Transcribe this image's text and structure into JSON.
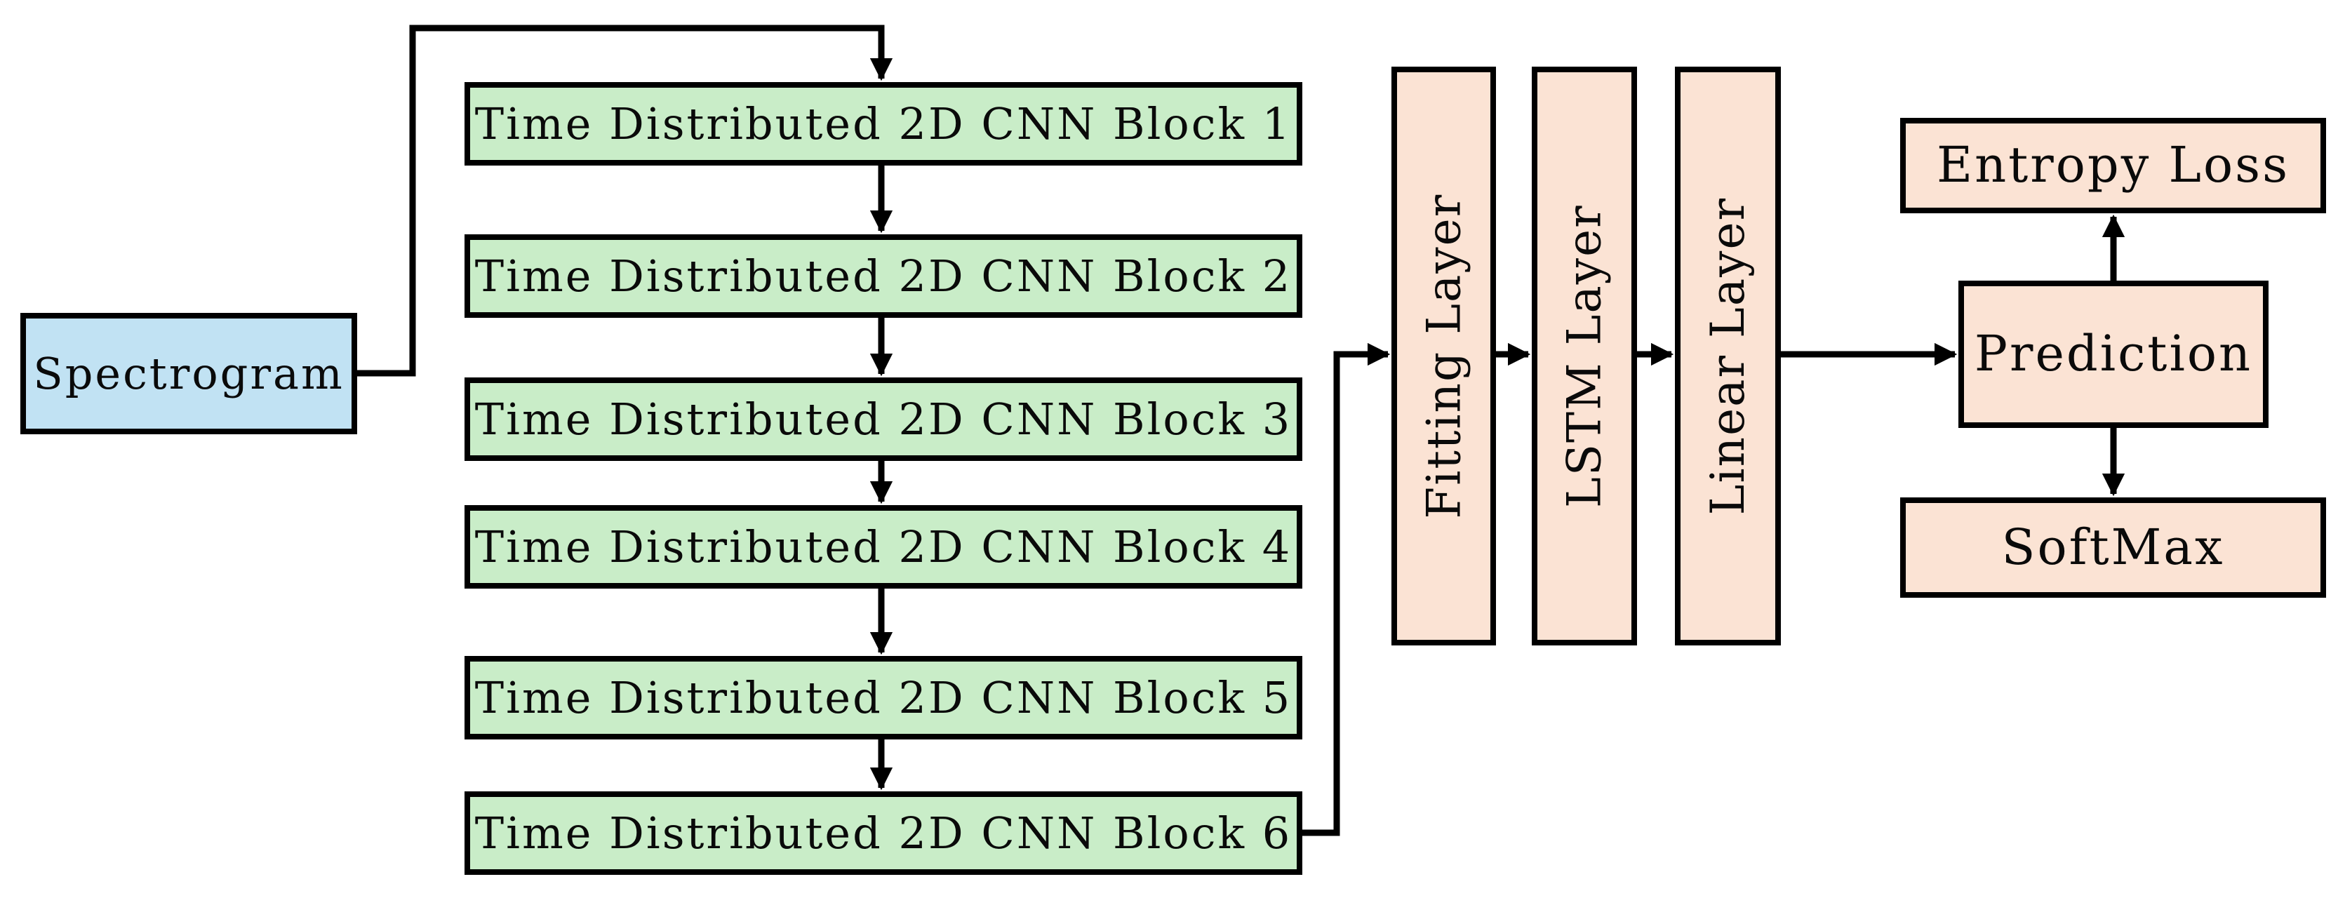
{
  "diagram": {
    "nodes": {
      "spectrogram": {
        "label": "Spectrogram"
      },
      "cnn_blocks": [
        {
          "label": "Time Distributed 2D CNN Block 1"
        },
        {
          "label": "Time Distributed 2D CNN Block 2"
        },
        {
          "label": "Time Distributed 2D CNN Block 3"
        },
        {
          "label": "Time Distributed 2D CNN Block 4"
        },
        {
          "label": "Time Distributed 2D CNN Block 5"
        },
        {
          "label": "Time Distributed 2D CNN Block 6"
        }
      ],
      "fitting_layer": {
        "label": "Fitting Layer"
      },
      "lstm_layer": {
        "label": "LSTM Layer"
      },
      "linear_layer": {
        "label": "Linear Layer"
      },
      "prediction": {
        "label": "Prediction"
      },
      "entropy_loss": {
        "label": "Entropy Loss"
      },
      "softmax": {
        "label": "SoftMax"
      }
    },
    "colors": {
      "input_fill": "#c1e2f3",
      "cnn_fill": "#c9edc8",
      "layer_fill": "#fbe3d4",
      "line": "#000000",
      "text": "#0a0a0a",
      "background": "#ffffff"
    }
  }
}
